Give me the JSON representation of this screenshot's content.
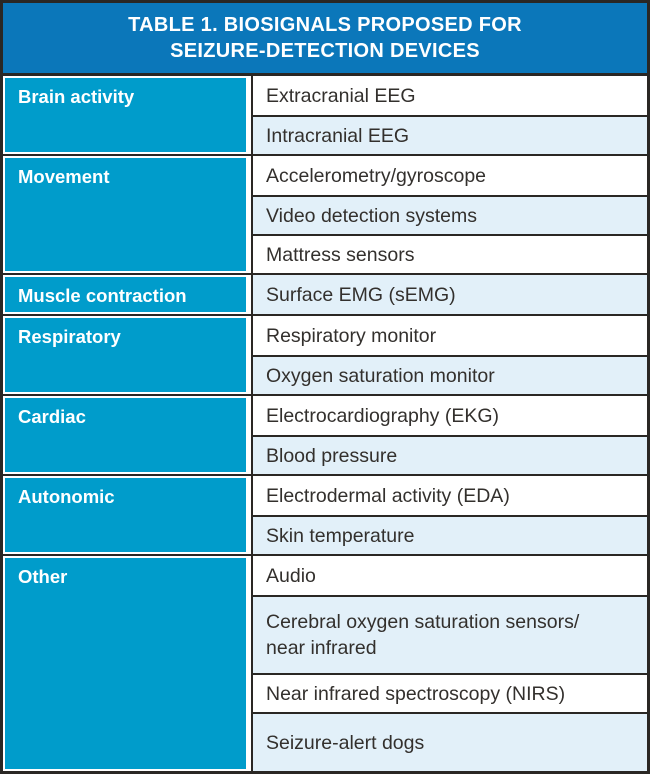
{
  "table": {
    "title_line1": "TABLE 1. BIOSIGNALS PROPOSED FOR",
    "title_line2": "SEIZURE-DETECTION DEVICES",
    "groups": [
      {
        "category": "Brain activity",
        "items": [
          "Extracranial EEG",
          "Intracranial EEG"
        ]
      },
      {
        "category": "Movement",
        "items": [
          "Accelerometry/gyroscope",
          "Video detection systems",
          "Mattress sensors"
        ]
      },
      {
        "category": "Muscle contraction",
        "items": [
          "Surface EMG (sEMG)"
        ]
      },
      {
        "category": "Respiratory",
        "items": [
          "Respiratory monitor",
          "Oxygen saturation monitor"
        ]
      },
      {
        "category": "Cardiac",
        "items": [
          "Electrocardiography (EKG)",
          "Blood pressure"
        ]
      },
      {
        "category": "Autonomic",
        "items": [
          "Electrodermal activity (EDA)",
          "Skin temperature"
        ]
      },
      {
        "category": "Other",
        "items": [
          "Audio",
          "Cerebral oxygen saturation sensors/\nnear infrared",
          "Near infrared spectroscopy (NIRS)",
          "Seizure-alert dogs"
        ]
      }
    ],
    "colors": {
      "header_bg": "#0b77ba",
      "category_bg": "#009ccb",
      "row_alt_bg": "#e2f0f9",
      "border": "#2a2724",
      "item_text": "#33302d",
      "header_text": "#ffffff"
    }
  }
}
